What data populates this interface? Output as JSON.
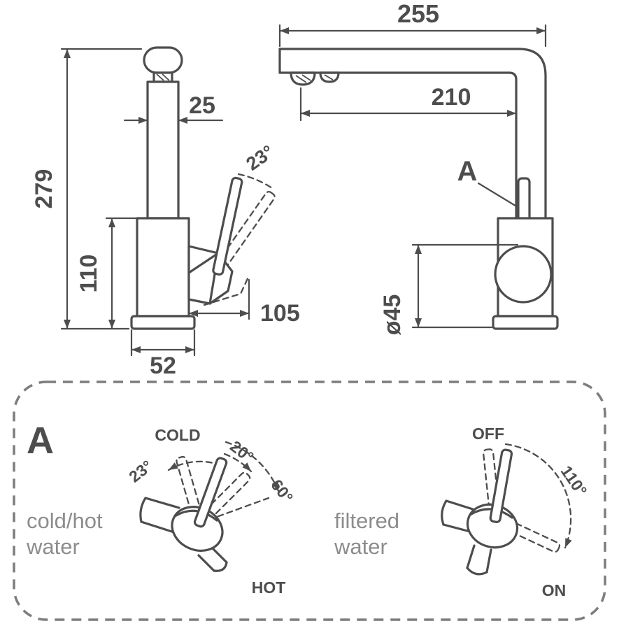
{
  "colors": {
    "line": "#4d4d4d",
    "caption_gray": "#8c8c8c"
  },
  "front_view": {
    "spout_width": "25",
    "total_height": "279",
    "body_height": "110",
    "handle_length": "105",
    "base_width": "52",
    "handle_angle": "23°"
  },
  "side_view": {
    "total_depth": "255",
    "spout_reach": "210",
    "detail_ref": "A",
    "body_diameter": "ø45"
  },
  "detail": {
    "ref": "A",
    "mixer": {
      "cold": "COLD",
      "hot": "HOT",
      "tilt_left": "23°",
      "tilt_open": "20°",
      "swing": "60°",
      "caption1": "cold/hot",
      "caption2": "water"
    },
    "filter": {
      "off": "OFF",
      "on": "ON",
      "swing": "110°",
      "caption1": "filtered",
      "caption2": "water"
    }
  }
}
